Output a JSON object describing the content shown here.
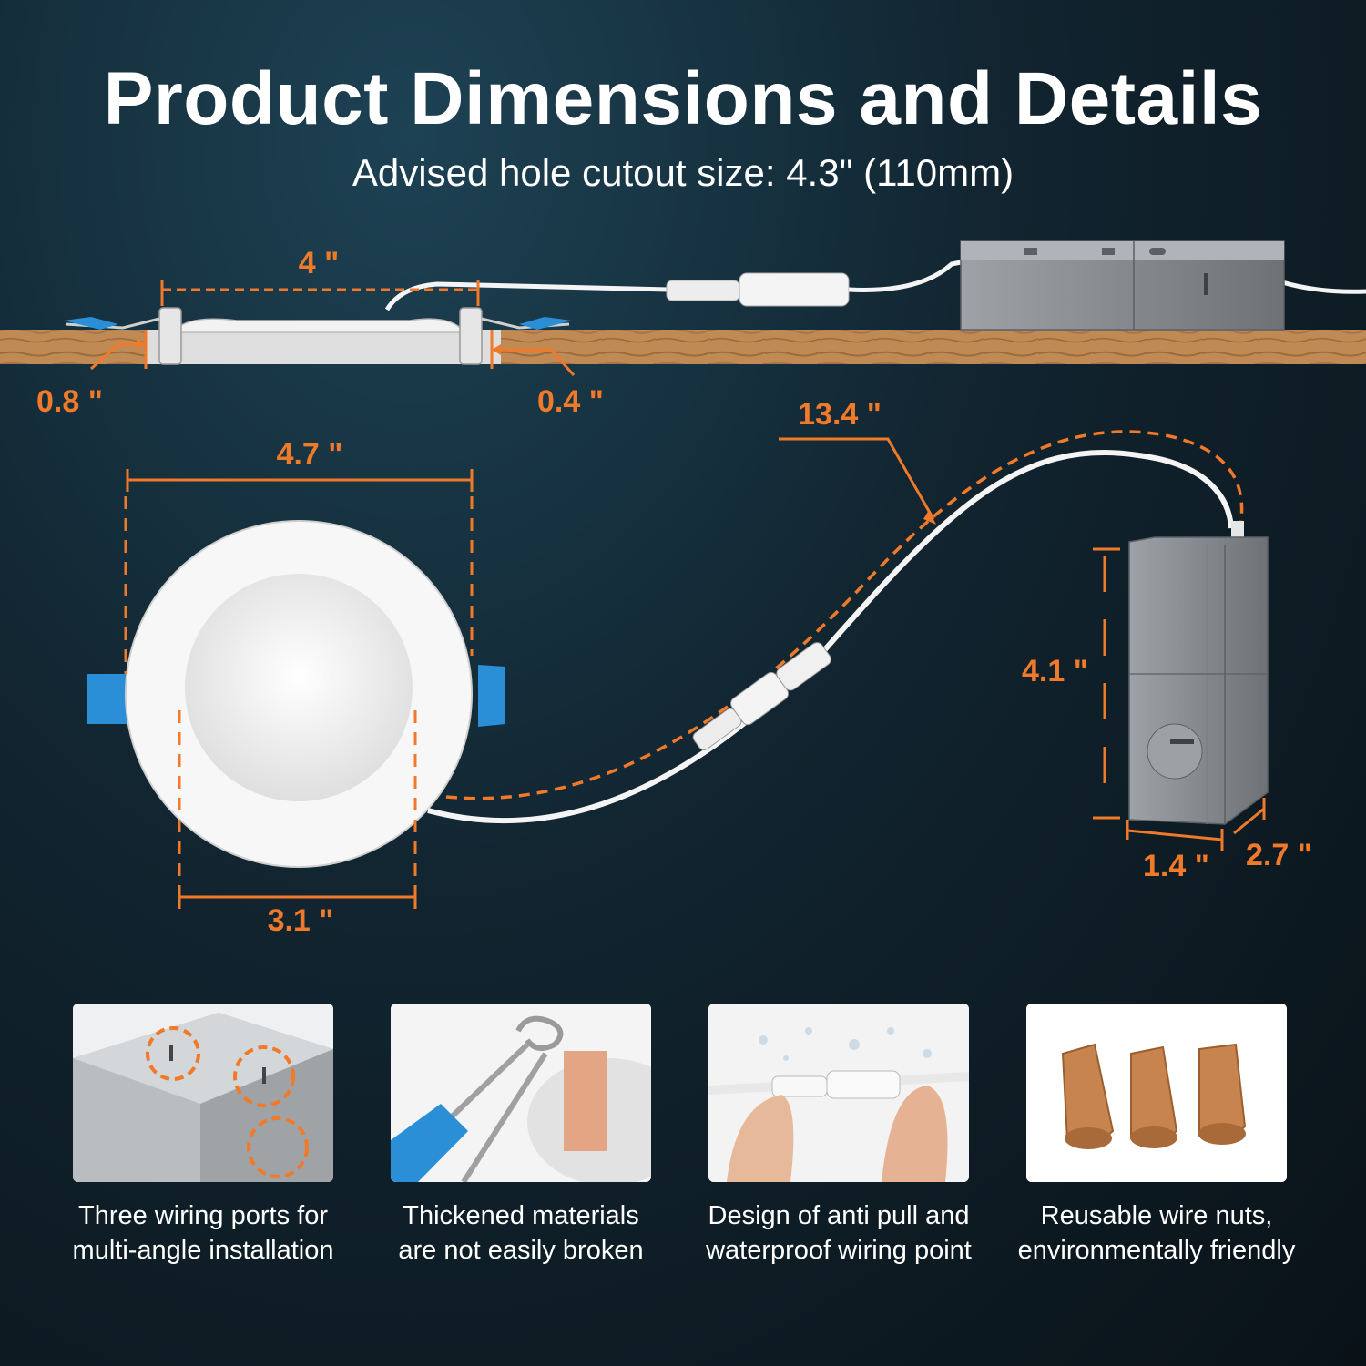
{
  "header": {
    "title": "Product Dimensions and Details",
    "subtitle": "Advised hole cutout size: 4.3\" (110mm)"
  },
  "dimensions": {
    "trim_width_top": "4 \"",
    "flange_left": "0.8 \"",
    "flange_right": "0.4 \"",
    "outer_diameter": "4.7 \"",
    "inner_diameter": "3.1 \"",
    "cable_length": "13.4 \"",
    "box_height": "4.1 \"",
    "box_width": "1.4 \"",
    "box_depth": "2.7 \""
  },
  "colors": {
    "accent": "#f07a2a",
    "clip_blue": "#2a8fd6",
    "box_gray": "#8d9196",
    "wood": "#c08a55"
  },
  "features": [
    {
      "icon": "junction-box-ports-icon",
      "line1": "Three wiring ports for",
      "line2": "multi-angle installation"
    },
    {
      "icon": "spring-clip-icon",
      "line1": "Thickened materials",
      "line2": "are not easily broken"
    },
    {
      "icon": "waterproof-connector-icon",
      "line1": "Design of anti pull and",
      "line2": "waterproof wiring point"
    },
    {
      "icon": "wire-nuts-icon",
      "line1": "Reusable wire nuts,",
      "line2": "environmentally friendly"
    }
  ]
}
